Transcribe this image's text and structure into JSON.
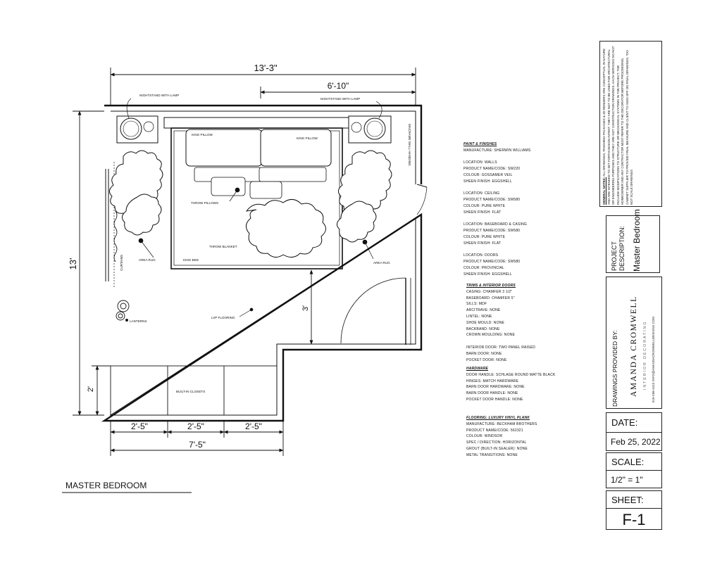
{
  "room_title": "MASTER BEDROOM",
  "dimensions": {
    "overall_width": "13'-3\"",
    "headboard_width": "6'-10\"",
    "overall_height": "13'",
    "closet_depth": "2'",
    "bed_clearance": "3'",
    "closet_section": "2'-5\"",
    "closet_total": "7'-5\""
  },
  "labels": {
    "nightstand_left": "NIGHTSTAND WITH LAMP",
    "nightstand_right": "NIGHTSTAND WITH LAMP",
    "king_pillow_left": "KING PILLOW",
    "king_pillow_right": "KING PILLOW",
    "throw_pillows": "THROW PILLOWS",
    "throw_blanket": "THROW BLANKET",
    "area_rug_left": "AREA RUG",
    "area_rug_right": "AREA RUG",
    "king_bed": "KING BED",
    "curtains": "CURTAINS",
    "lanterns": "LANTERNS",
    "lvp_flooring": "LVP FLOORING",
    "built_in_closets": "BUILT-IN CLOSETS",
    "macrame": "MACRAME WALL HANGING"
  },
  "paint": {
    "heading": "PAINT & FINISHES",
    "lines": [
      "MANUFACTURE: SHERWIN WILLIAMS",
      "",
      "LOCATION: WALLS",
      "PRODUCT NAME/CODE: SW220",
      "COLOUR: GOSSAMER VEIL",
      "SHEEN FINISH: EGGSHELL",
      "",
      "LOCATION: CEILING",
      "PRODUCT NAME/CODE: SW580",
      "COLOUR: PURE WHITE",
      "SHEEN FINISH: FLAT",
      "",
      "LOCATION: BASEBOARD & CASING",
      "PRODUCT NAME/CODE: SW580",
      "COLOUR: PURE WHITE",
      "SHEEN FINISH: FLAT",
      "",
      "LOCATION: DOORS",
      "PRODUCT NAME/CODE: SW580",
      "COLOUR: PROVINCIAL",
      "SHEEN FINISH: EGGSHELL"
    ]
  },
  "trims": {
    "heading": "TRIMS & INTERIOR DOORS",
    "lines": [
      "CASING: CHAMFER 3 1/2\"",
      "BASEBOARD: CHAMFER 5\"",
      "SILLS: MDF",
      "ARCITRAVE: NONE",
      "LINTEL: NONE",
      "SHOE MOULD: NONE",
      "BACKBAND: NONE",
      "CROWN MOULDING: NONE",
      "",
      "INTERIOR DOOR: TWO PANEL RAISED",
      "BARN DOOR: NONE",
      "POCKET DOOR: NONE"
    ]
  },
  "hardware": {
    "heading": "HARDWARE",
    "lines": [
      "DOOR HANDLE: SCHLAGE ROUND MATTE BLACK",
      "HINGES: MATCH HARDWARE",
      "BARN DOOR HARDWARE: NONE",
      "BARN DOOR HANDLE: NONE",
      "POCKET DOOR HANDLE: NONE"
    ]
  },
  "flooring": {
    "heading": "FLOORING: LUXURY VINYL PLANK",
    "lines": [
      "MANUFACTURE: BECKHAM BROTHERS",
      "PRODUCT NAME/CODE: 562321",
      "COLOUR: WINDSOR",
      "SPEC / DIRECTION: HORIZONTAL",
      "GROUT (BUILT-IN SEALER): NONE",
      "METAL TRANSITIONS: NONE"
    ]
  },
  "title_block": {
    "general_notes_heading": "GENERAL NOTES:",
    "general_notes": "ALL DRAWINGS, FINISHING PACKAGES & 3D RENDERS ARE CONCEPTUAL IN NATURE AND ARE INTENDED TO SET FORTH DESIGN INTENT. THEY ARE NOT TO BE USED FOR ARCHITECTURAL OR ENGINEERING PURPOSES AND THEY ARE NOT CONSTRUCTION DRAWINGS. AACN SERVICES DO NOT INCLUDE MODIFICATIONS TO STRUCTURE OR MECHANICAL SYSTEMS IN THE PROJECT. THE HOMEOWNER AND ANY CONTRACTOR MUST REFER TO THE DECORATOR BEFORE PROCEEDING. CABINET SUPPLIER TO PROVIDE FINAL MEASURE AND CLIENT TO SIGN OFF ON FINAL DRAWINGS. *DO NOT SCALE DRAWINGS",
    "project_description_label": "PROJECT DESCRIPTION:",
    "project_description": "Master Bedroom",
    "drawings_provided_by": "DRAWINGS PROVIDED BY:",
    "company_name": "AMANDA CROMWELL",
    "company_tagline": "INTERIOR DECORATING",
    "company_contact": "519-498-4410   INFO@AMANDACROMWELLDESIGNS.COM",
    "date_label": "DATE:",
    "date_value": "Feb 25, 2022",
    "scale_label": "SCALE:",
    "scale_value": "1/2\" = 1\"",
    "sheet_label": "SHEET:",
    "sheet_value": "F-1"
  }
}
